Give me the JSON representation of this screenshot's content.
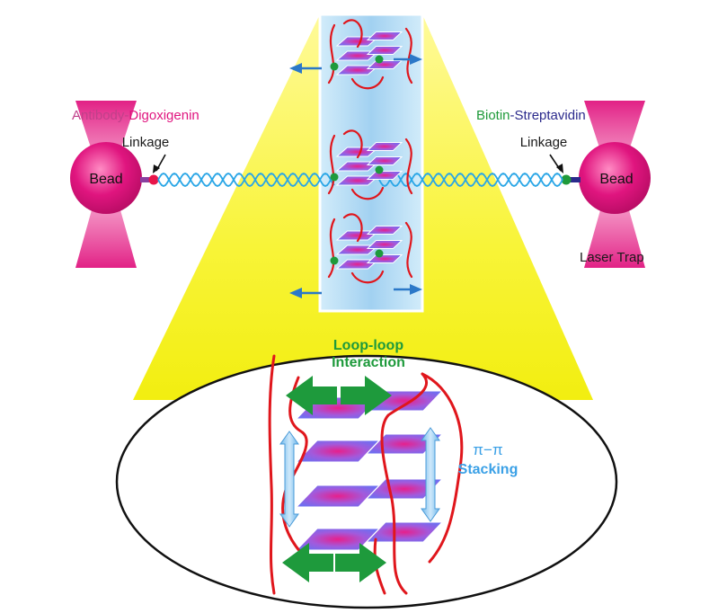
{
  "left_trap": {
    "bead_label": "Bead",
    "linkage_part1": "Antibody",
    "linkage_sep": "-",
    "linkage_part2": "Digoxigenin",
    "linkage_word": "Linkage"
  },
  "right_trap": {
    "bead_label": "Bead",
    "linkage_part1": "Biotin",
    "linkage_sep": "-",
    "linkage_part2": "Streptavidin",
    "linkage_word": "Linkage",
    "trap_label": "Laser Trap"
  },
  "zoom": {
    "loop_label_line1": "Loop-loop",
    "loop_label_line2": "Interaction",
    "stacking_symbol": "π−π",
    "stacking_label": "Stacking"
  },
  "colors": {
    "bead": "#e0157f",
    "laser_cone": "#e8168a",
    "dna": "#2aa6e6",
    "loop": "#e0161c",
    "spotlight": "#f7f32a",
    "panel": "#a9d5f2",
    "arrow_green": "#1e9a3c",
    "arrow_blue": "#2b78c8",
    "stacking": "#8fc9ef",
    "antibody_text": "#c0408a",
    "digoxigenin_text": "#e0157f",
    "biotin_text": "#1f9a3a",
    "streptavidin_text": "#2b2a8c"
  }
}
